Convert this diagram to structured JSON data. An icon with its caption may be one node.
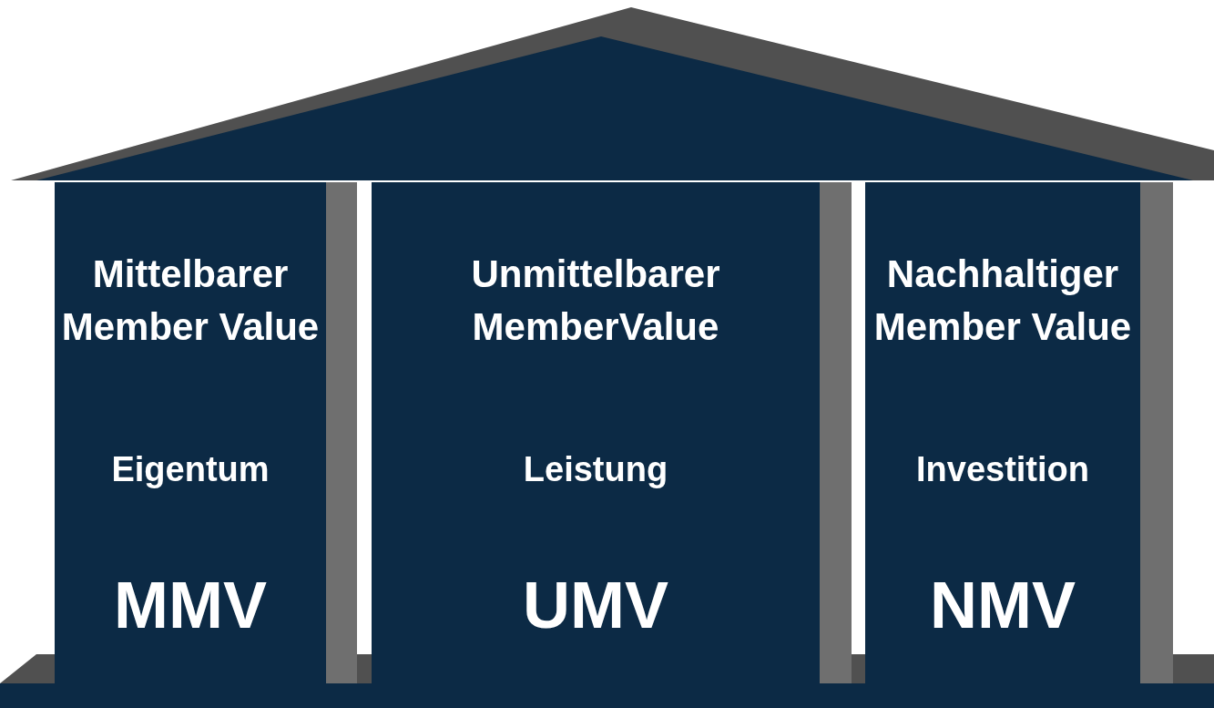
{
  "diagram": {
    "nodes": [
      {
        "text": [
          "Mittelbarer Member Value",
          "Eigentum",
          "MMV"
        ]
      },
      {
        "text": [
          "Unmittelbarer MemberValue",
          "Leistung",
          "UMV"
        ]
      },
      {
        "text": [
          "Nachhaltiger Member Value",
          "Investition",
          "NMV"
        ]
      }
    ],
    "edges": []
  }
}
